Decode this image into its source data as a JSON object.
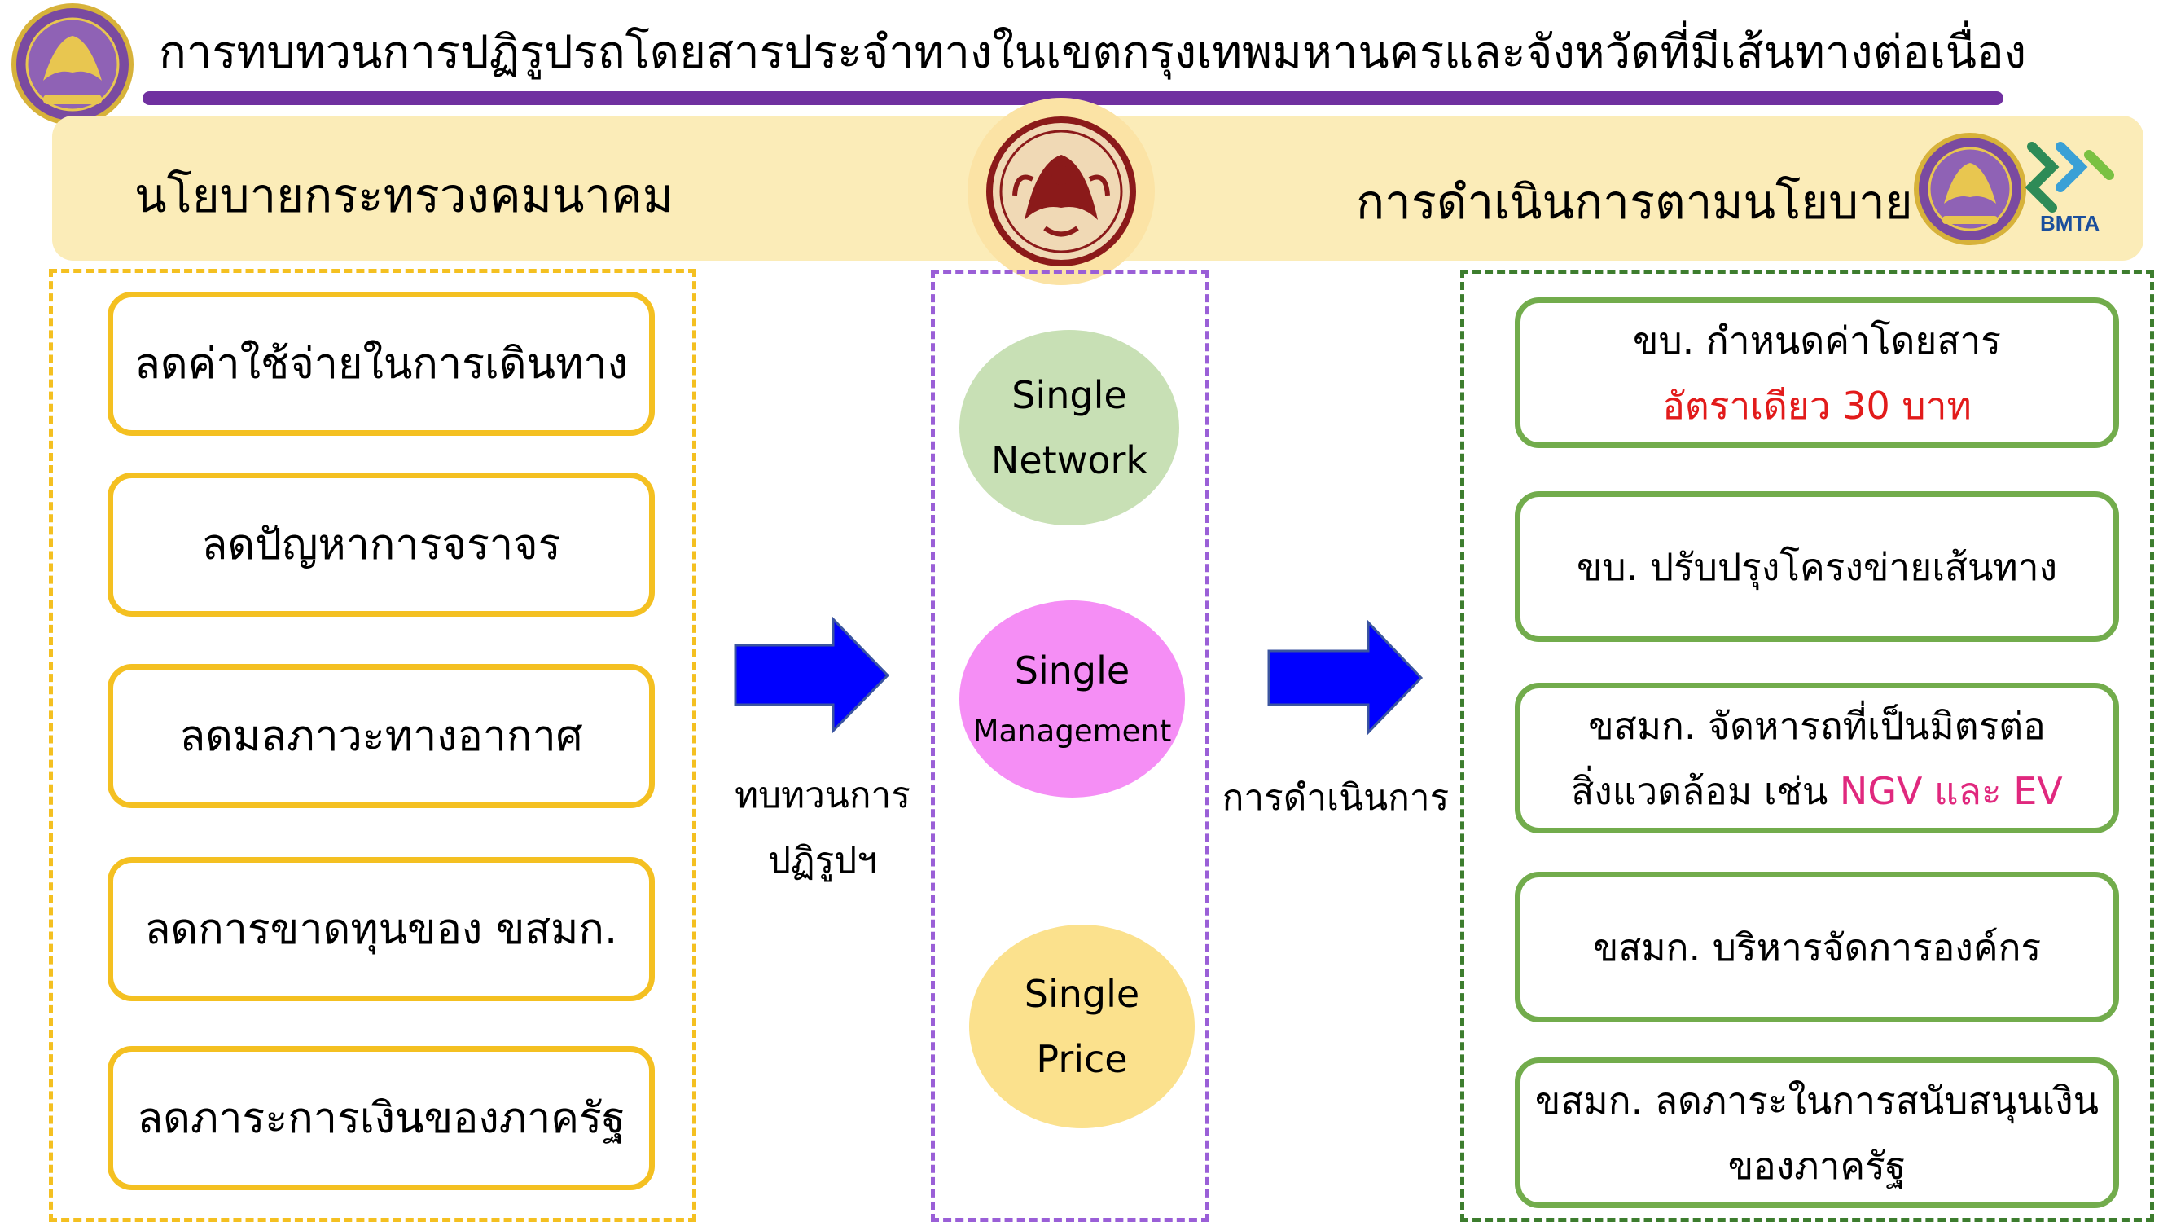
{
  "header": {
    "title": "การทบทวนการปฏิรูปรถโดยสารประจำทางในเขตกรุงเทพมหานครและจังหวัดที่มีเส้นทางต่อเนื่อง"
  },
  "banner": {
    "left_title": "นโยบายกระทรวงคมนาคม",
    "right_title": "การดำเนินการตามนโยบาย",
    "bmta_logo_text": "BMTA"
  },
  "policy_items": [
    "ลดค่าใช้จ่ายในการเดินทาง",
    "ลดปัญหาการจราจร",
    "ลดมลภาวะทางอากาศ",
    "ลดการขาดทุนของ ขสมก.",
    "ลดภาระการเงินของภาครัฐ"
  ],
  "arrows": {
    "left_label_line1": "ทบทวนการ",
    "left_label_line2": "ปฏิรูปฯ",
    "right_label": "การดำเนินการ"
  },
  "circles": {
    "network": {
      "line1": "Single",
      "line2": "Network"
    },
    "management": {
      "line1": "Single",
      "line2": "Management"
    },
    "price": {
      "line1": "Single",
      "line2": "Price"
    }
  },
  "actions": {
    "item1_line1": "ขบ. กำหนดค่าโดยสาร",
    "item1_line2": "อัตราเดียว 30 บาท",
    "item2": "ขบ. ปรับปรุงโครงข่ายเส้นทาง",
    "item3_line1": "ขสมก. จัดหารถที่เป็นมิตรต่อ",
    "item3_line2_prefix": "สิ่งแวดล้อม เช่น ",
    "item3_line2_highlight": "NGV และ EV",
    "item4": "ขสมก. บริหารจัดการองค์กร",
    "item5_line1": "ขสมก. ลดภาระในการสนับสนุนเงิน",
    "item5_line2": "ของภาครัฐ"
  },
  "colors": {
    "title_underline": "#7030a0",
    "banner_bg": "#fbecb8",
    "policy_border": "#f4c021",
    "middle_border": "#9a5fd7",
    "action_border": "#72ac4c",
    "arrow_fill": "#0000ff",
    "network_circle": "#c8e0b5",
    "management_circle": "#f58ef5",
    "price_circle": "#fbe18d",
    "red_text": "#e21b1b",
    "pink_text": "#e0287e"
  },
  "icons": [
    "ministry-seal-icon",
    "garuda-seal-icon",
    "bmta-logo-icon"
  ]
}
